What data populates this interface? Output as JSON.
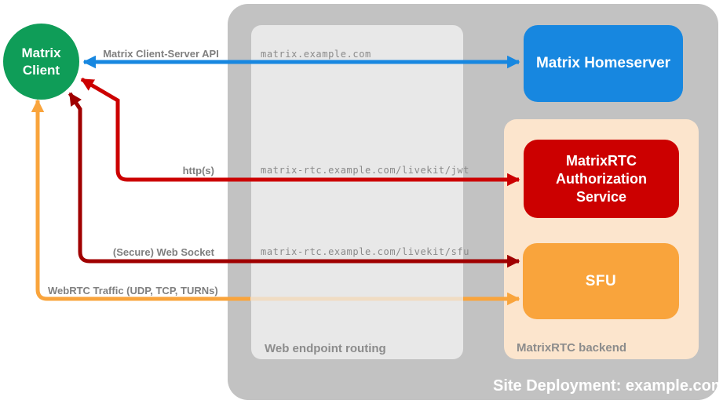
{
  "title": "Site Deployment: example.com",
  "colors": {
    "client_green": "#0f9d58",
    "homeserver_blue": "#1787e0",
    "auth_red": "#cc0000",
    "websocket_dark_red": "#a00000",
    "sfu_orange": "#f9a43c",
    "orange_faded_under_panel": "#f0dcc3",
    "container_gray": "#c2c2c2",
    "panel_gray": "#e8e8e8",
    "backend_peach": "#fce5cd",
    "label_gray": "#7f7f7f"
  },
  "client": {
    "label": "Matrix Client",
    "line1": "Matrix",
    "line2": "Client"
  },
  "nodes": {
    "homeserver": "Matrix Homeserver",
    "auth_service": "MatrixRTC Authorization Service",
    "sfu": "SFU"
  },
  "routing_panel": {
    "caption": "Web endpoint routing"
  },
  "backend_panel": {
    "caption": "MatrixRTC backend"
  },
  "connections": [
    {
      "name": "client-server-api",
      "label": "Matrix Client-Server API",
      "endpoint": "matrix.example.com",
      "color": "#1787e0"
    },
    {
      "name": "http",
      "label": "http(s)",
      "endpoint": "matrix-rtc.example.com/livekit/jwt",
      "color": "#cc0000"
    },
    {
      "name": "websocket",
      "label": "(Secure) Web Socket",
      "endpoint": "matrix-rtc.example.com/livekit/sfu",
      "color": "#a00000"
    },
    {
      "name": "webrtc",
      "label": "WebRTC Traffic (UDP, TCP, TURNs)",
      "color": "#f9a43c"
    }
  ]
}
